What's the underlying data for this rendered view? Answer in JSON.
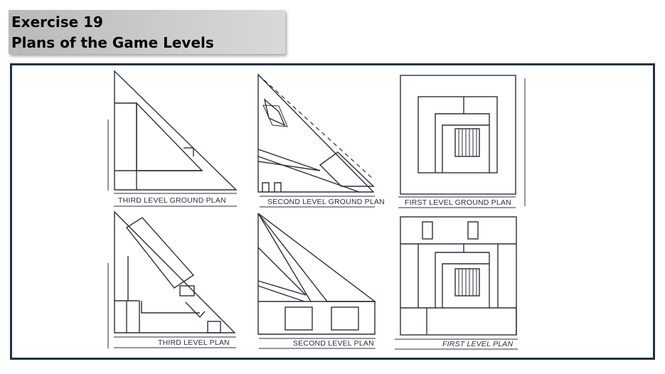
{
  "header": {
    "exercise": "Exercise 19",
    "title": "Plans of the Game Levels"
  },
  "plans": {
    "third_ground": "THIRD LEVEL GROUND PLAN",
    "second_ground": "SECOND LEVEL GROUND PLAN",
    "first_ground": "FIRST LEVEL GROUND PLAN",
    "third_level": "THIRD LEVEL PLAN",
    "second_level": "SECOND LEVEL PLAN",
    "first_level": "FIRST LEVEL PLAN"
  }
}
